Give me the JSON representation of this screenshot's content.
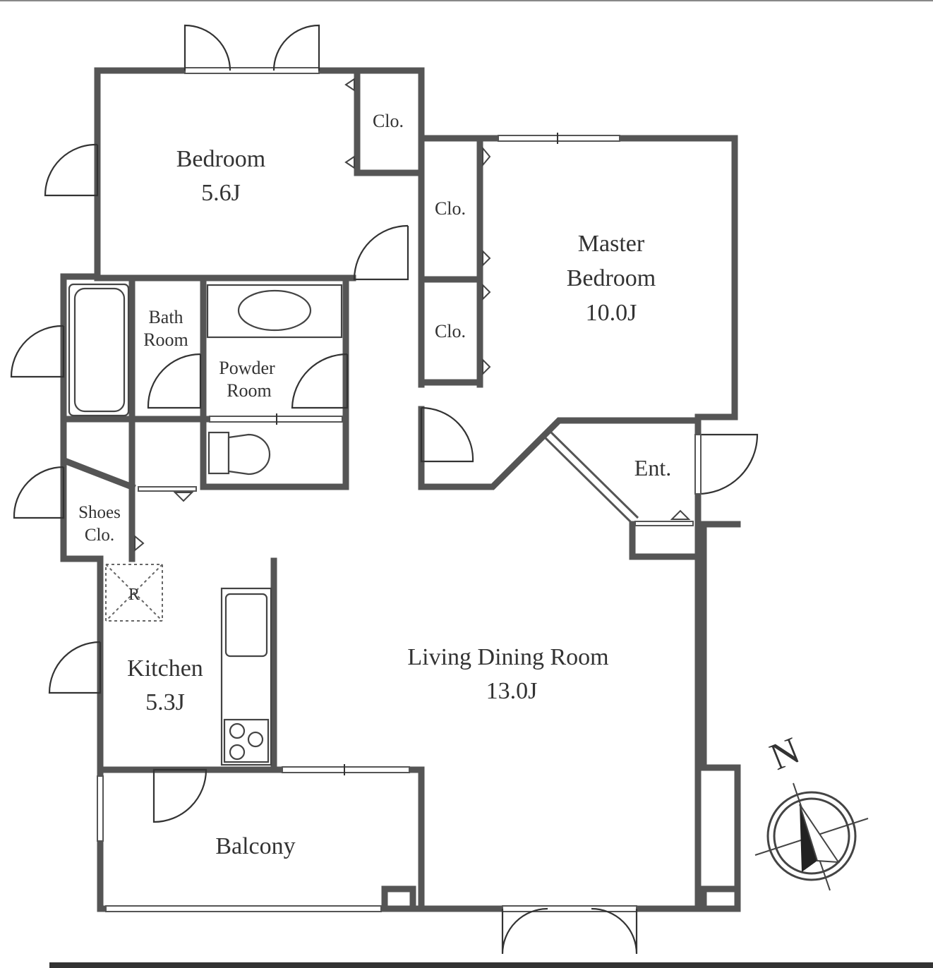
{
  "rooms": {
    "bedroom": {
      "name": "Bedroom",
      "size": "5.6J"
    },
    "master": {
      "name_line1": "Master",
      "name_line2": "Bedroom",
      "size": "10.0J"
    },
    "bath": {
      "line1": "Bath",
      "line2": "Room"
    },
    "powder": {
      "line1": "Powder",
      "line2": "Room"
    },
    "shoes": {
      "line1": "Shoes",
      "line2": "Clo."
    },
    "kitchen": {
      "name": "Kitchen",
      "size": "5.3J"
    },
    "living": {
      "name": "Living Dining Room",
      "size": "13.0J"
    },
    "balcony": {
      "name": "Balcony"
    },
    "entrance": {
      "name": "Ent."
    },
    "closet_label": "Clo.",
    "fridge_label": "R"
  },
  "compass": {
    "label": "N"
  },
  "colors": {
    "wall": "#555555",
    "line": "#333333",
    "background": "#ffffff"
  }
}
